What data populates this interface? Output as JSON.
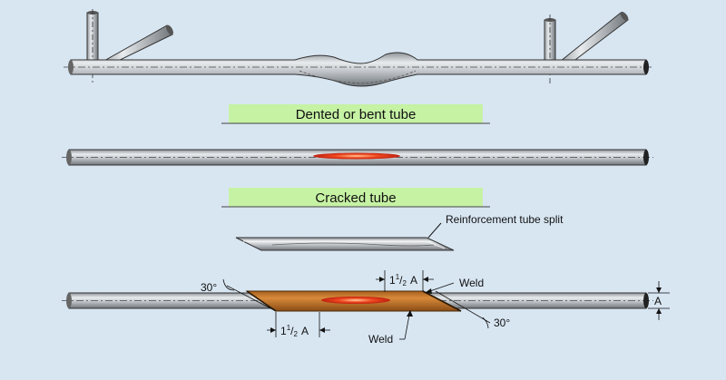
{
  "banners": {
    "dented": "Dented or bent tube",
    "cracked": "Cracked tube"
  },
  "callouts": {
    "split": "Reinforcement tube split",
    "weld_top": "Weld",
    "weld_bottom": "Weld",
    "angle_left": "30°",
    "angle_right": "30°"
  },
  "dimensions": {
    "top": {
      "whole": "1",
      "num": "1",
      "slash": "/",
      "den": "2",
      "unit": "A"
    },
    "bottom": {
      "whole": "1",
      "num": "1",
      "slash": "/",
      "den": "2",
      "unit": "A"
    },
    "diameter": "A"
  },
  "colors": {
    "background": "#d8e6f2",
    "banner": "#c6f2a4",
    "tube": "#b4b8bc",
    "weld_sleeve": "#c8782a",
    "crack": "#e83a1c"
  }
}
